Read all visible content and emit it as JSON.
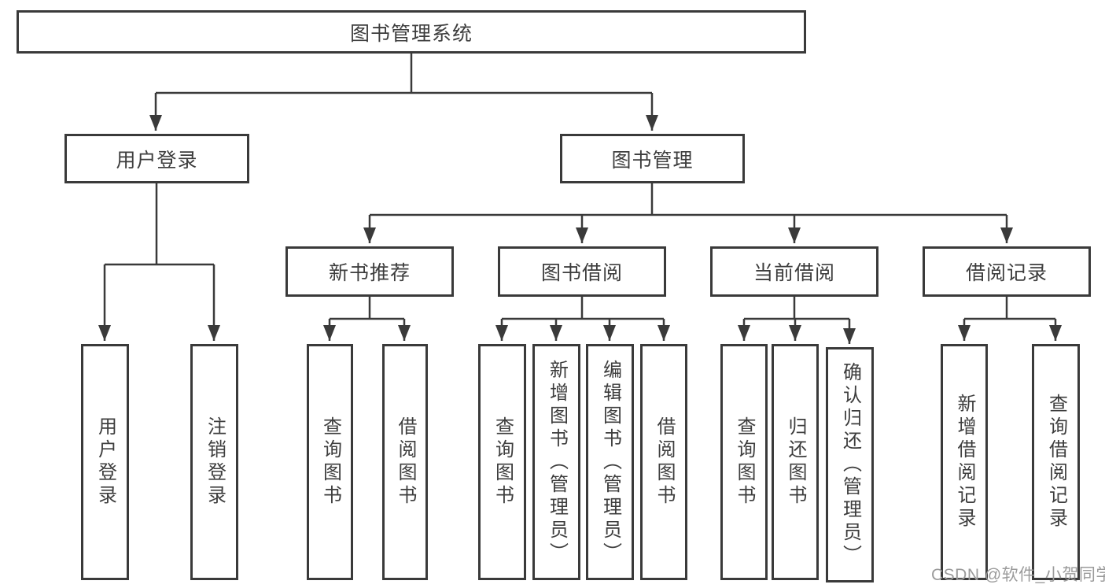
{
  "tree": {
    "root": {
      "label": "图书管理系统"
    },
    "branches": [
      {
        "label": "用户登录",
        "children": [
          {
            "label": "用户登录"
          },
          {
            "label": "注销登录"
          }
        ]
      },
      {
        "label": "图书管理",
        "sections": [
          {
            "label": "新书推荐",
            "children": [
              {
                "label": "查询图书"
              },
              {
                "label": "借阅图书"
              }
            ]
          },
          {
            "label": "图书借阅",
            "children": [
              {
                "label": "查询图书"
              },
              {
                "label": "新增图书（管理员）"
              },
              {
                "label": "编辑图书（管理员）"
              },
              {
                "label": "借阅图书"
              }
            ]
          },
          {
            "label": "当前借阅",
            "children": [
              {
                "label": "查询图书"
              },
              {
                "label": "归还图书"
              },
              {
                "label": "确认归还（管理员）"
              }
            ]
          },
          {
            "label": "借阅记录",
            "children": [
              {
                "label": "新增借阅记录"
              },
              {
                "label": "查询借阅记录"
              }
            ]
          }
        ]
      }
    ]
  },
  "watermark": {
    "text": "CSDN @软件_小贺同学"
  },
  "colors": {
    "line": "#3a3a3a",
    "text": "#3d3d3d",
    "watermark": "#9b9b9b",
    "background": "#ffffff"
  }
}
